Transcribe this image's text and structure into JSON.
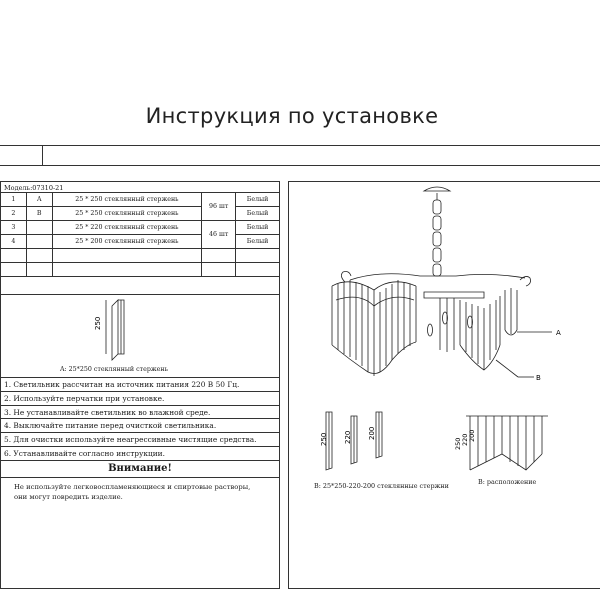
{
  "title": "Инструкция по установке",
  "model": "Модель:07310-21",
  "parts": [
    {
      "n": "1",
      "code": "A",
      "desc": "25 * 250  стеклянный стержень",
      "qty": "96 шт",
      "color": "Белый"
    },
    {
      "n": "2",
      "code": "B",
      "desc": "25 * 250  стеклянный стержень",
      "qty": "",
      "color": "Белый"
    },
    {
      "n": "3",
      "code": "",
      "desc": "25 * 220  стеклянный стержень",
      "qty": "46 шт",
      "color": "Белый"
    },
    {
      "n": "4",
      "code": "",
      "desc": "25 * 200  стеклянный стержень",
      "qty": "",
      "color": "Белый"
    }
  ],
  "rod_caption": "A: 25*250 стеклянный стержень",
  "rod_dim": "250",
  "notes": [
    "1. Светильник рассчитан на источник питания 220 В 50 Гц.",
    "2. Используйте  перчатки  при  установке.",
    "3. Не устанавливайте светильник во влажной среде.",
    "4. Выключайте питание перед очисткой светильника.",
    "5. Для очистки используйте  неагрессивные  чистящие  средства.",
    "6. Устанавливайте согласно инструкции."
  ],
  "warning_title": "Внимание!",
  "warning_text": [
    "Не используйте легковоспламеняющиеся и спиртовые растворы,",
    "они могут повредить изделие."
  ],
  "label_a": "A",
  "label_b": "B",
  "rods_caption": "B: 25*250-220-200 стеклянные стержни",
  "layout_caption": "B: расположение",
  "rods_dims": [
    "250",
    "220",
    "200"
  ],
  "layout_dims": [
    "250",
    "220",
    "200"
  ]
}
